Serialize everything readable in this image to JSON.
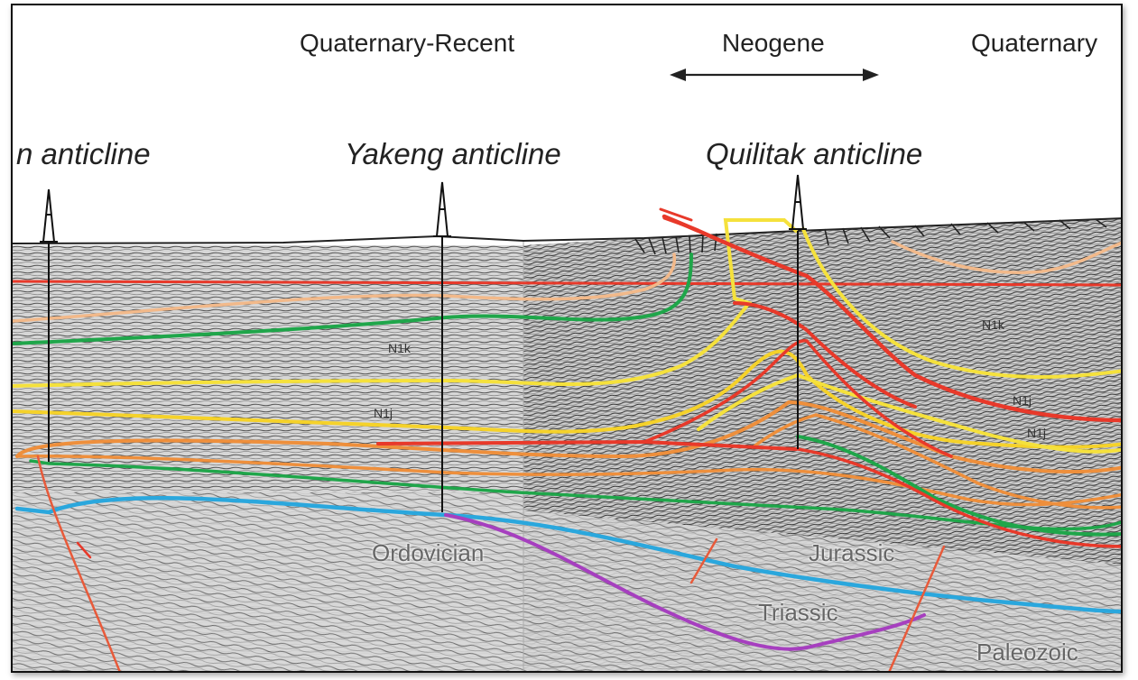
{
  "headers": {
    "quaternary_recent": "Quaternary-Recent",
    "neogene": "Neogene",
    "quaternary": "Quaternary"
  },
  "anticlines": {
    "left_partial": "n anticline",
    "yakeng": "Yakeng anticline",
    "quilitak": "Quilitak anticline"
  },
  "formations": {
    "n1k_left": "N1k",
    "n1j_left": "N1j",
    "n1k_right": "N1k",
    "n1j_right_1": "N1j",
    "n1j_right_2": "N1j",
    "ordovician": "Ordovician",
    "jurassic": "Jurassic",
    "triassic": "Triassic",
    "paleozoic": "Paleozoic"
  },
  "colors": {
    "red": "#e8392a",
    "peach": "#f2b98a",
    "green": "#1fa64a",
    "yellow": "#f5e13c",
    "gold": "#f2b52a",
    "orange": "#ee8f3c",
    "blue": "#2aa7dd",
    "purple": "#a63fbf",
    "fault": "#e85a3a"
  }
}
